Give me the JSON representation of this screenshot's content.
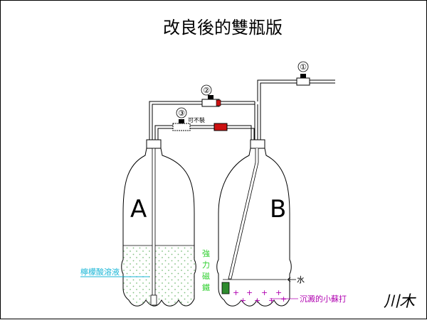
{
  "title": "改良後的雙瓶版",
  "bottle_a_label": "A",
  "bottle_b_label": "B",
  "valve_1_label": "①",
  "valve_2_label": "②",
  "valve_3_label": "③",
  "valve_3_note": "可不裝",
  "solution_label": "檸檬酸溶液",
  "magnet_label_chars": [
    "強",
    "力",
    "磁",
    "鐵"
  ],
  "water_label": "水",
  "sediment_label": "沉澱的小蘇打",
  "signature": "川木",
  "colors": {
    "line": "#000000",
    "solution_label": "#17b5d6",
    "magnet_label": "#2ccf2c",
    "magnet": "#2e8b2e",
    "sediment": "#b000b0",
    "red_valve": "#cc1111",
    "dots": "#7fbf7f"
  }
}
